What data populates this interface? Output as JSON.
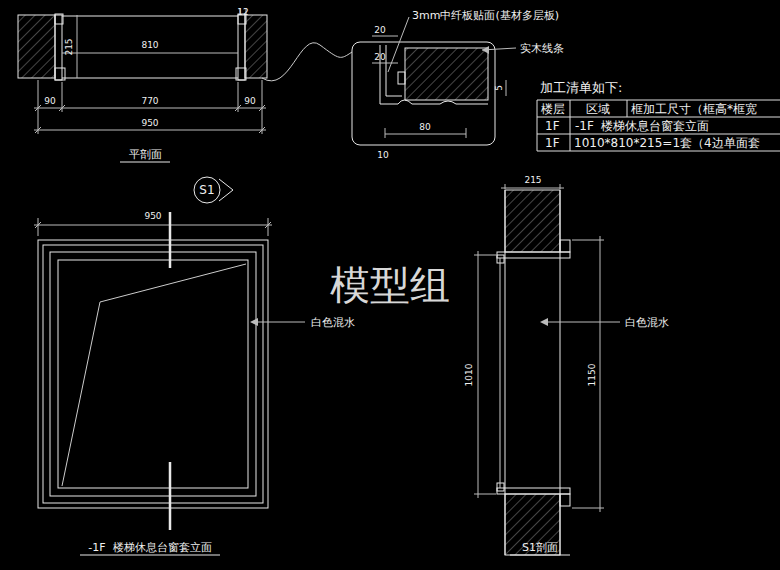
{
  "diagram": {
    "nodes": [
      {
        "text": [
          "S1"
        ]
      }
    ],
    "labels": [
      "12",
      "215",
      "810",
      "90",
      "770",
      "90",
      "950",
      "平剖面",
      "3mm中纤板贴面(基材多层板)",
      "20",
      "20",
      "实木线条",
      "5",
      "80",
      "10",
      "加工清单如下:",
      "楼层",
      "区域",
      "框加工尺寸（框高*框宽",
      "1F",
      "-1F  楼梯休息台窗套立面",
      "1F",
      "1010*810*215=1套（4边单面套",
      "950",
      "模型组",
      "白色混水",
      "-1F  楼梯休息台窗套立面",
      "215",
      "1010",
      "白色混水",
      "1150",
      "S1剖面"
    ]
  }
}
